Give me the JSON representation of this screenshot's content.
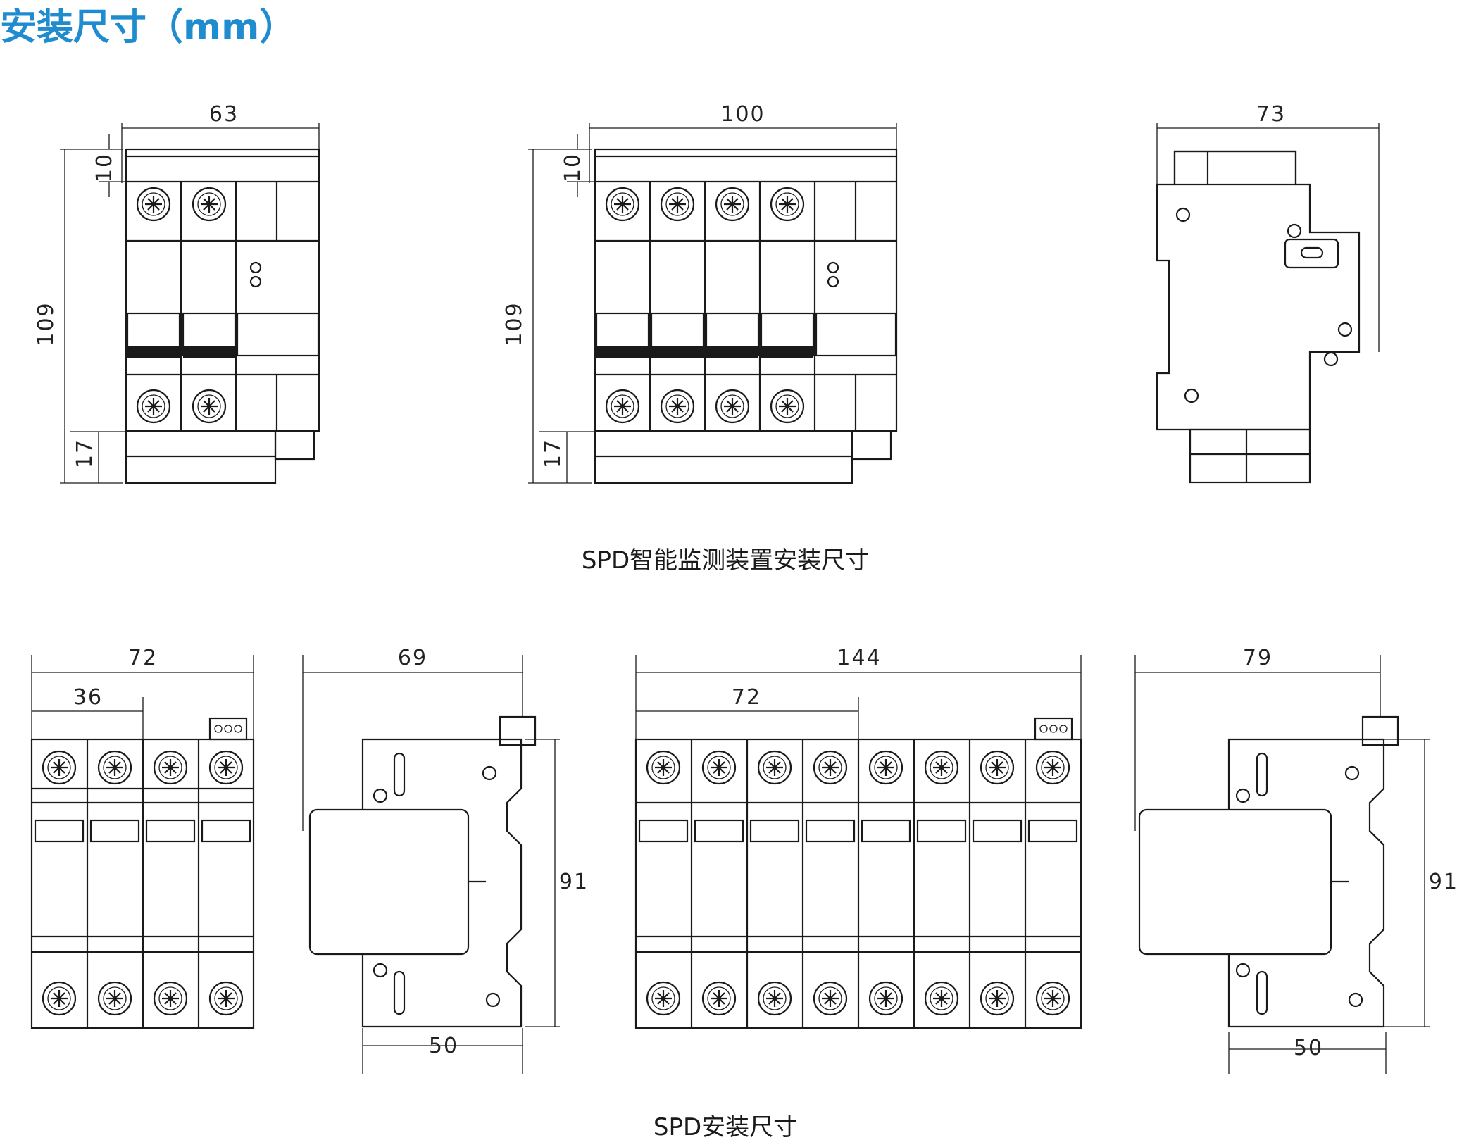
{
  "title": "安装尺寸（mm）",
  "captions": {
    "top": "SPD智能监测装置安装尺寸",
    "bottom": "SPD安装尺寸"
  },
  "dims": {
    "a_width": "63",
    "a_top": "10",
    "a_height": "109",
    "a_bottom": "17",
    "b_width": "100",
    "b_top": "10",
    "b_height": "109",
    "b_bottom": "17",
    "c_width": "73",
    "d_width": "72",
    "d_half": "36",
    "e_width": "69",
    "e_height": "91",
    "e_base": "50",
    "f_width": "144",
    "f_half": "72",
    "g_width": "79",
    "g_height": "91",
    "g_base": "50"
  },
  "colors": {
    "title": "#1f8ccf",
    "line": "#1a1a1a"
  }
}
